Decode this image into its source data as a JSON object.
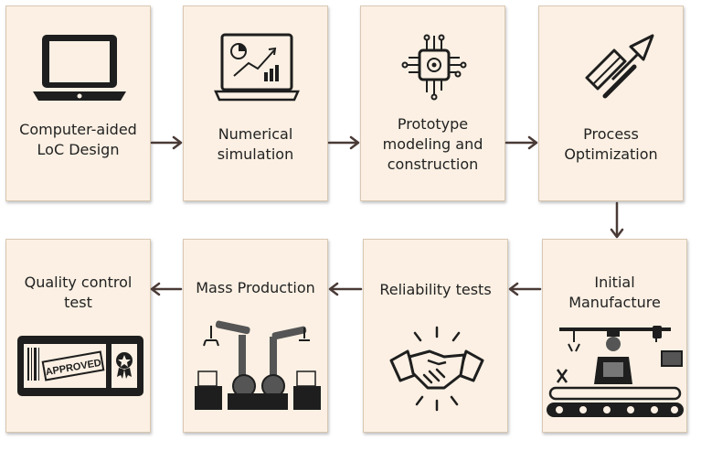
{
  "steps": {
    "s1": "Computer-aided\nLoC Design",
    "s2": "Numerical\nsimulation",
    "s3": "Prototype\nmodeling and\nconstruction",
    "s4": "Process\nOptimization",
    "s5": "Initial\nManufacture",
    "s6": "Reliability tests",
    "s7": "Mass Production",
    "s8": "Quality control\ntest"
  },
  "stamp": "APPROVED",
  "colors": {
    "box": "#fbf0e3",
    "arrow": "#4a3a36",
    "ink": "#1e1e1e"
  }
}
